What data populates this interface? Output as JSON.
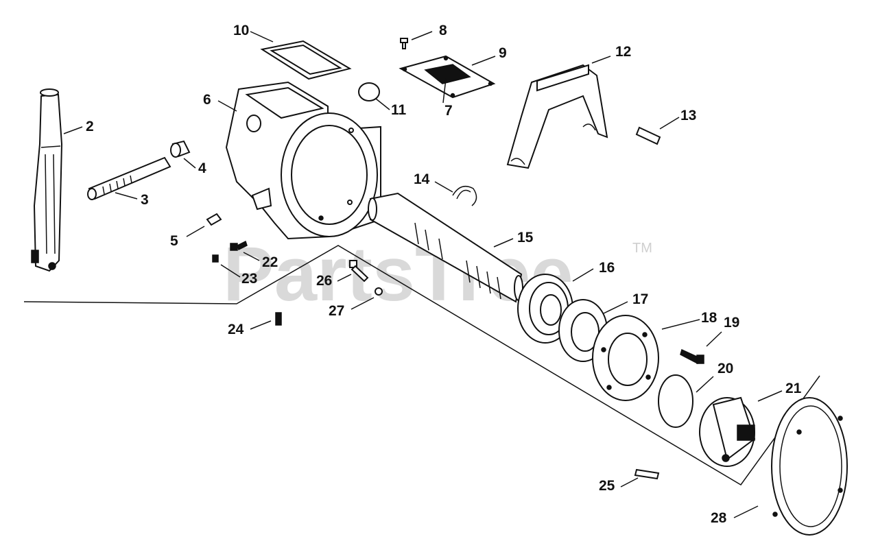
{
  "watermark": {
    "text": "PartsTree",
    "trademark": "TM"
  },
  "callouts": [
    {
      "num": "2"
    },
    {
      "num": "3"
    },
    {
      "num": "4"
    },
    {
      "num": "5"
    },
    {
      "num": "6"
    },
    {
      "num": "7"
    },
    {
      "num": "8"
    },
    {
      "num": "9"
    },
    {
      "num": "10"
    },
    {
      "num": "11"
    },
    {
      "num": "12"
    },
    {
      "num": "13"
    },
    {
      "num": "14"
    },
    {
      "num": "15"
    },
    {
      "num": "16"
    },
    {
      "num": "17"
    },
    {
      "num": "18"
    },
    {
      "num": "19"
    },
    {
      "num": "20"
    },
    {
      "num": "21"
    },
    {
      "num": "22"
    },
    {
      "num": "23"
    },
    {
      "num": "24"
    },
    {
      "num": "25"
    },
    {
      "num": "26"
    },
    {
      "num": "27"
    },
    {
      "num": "28"
    }
  ]
}
